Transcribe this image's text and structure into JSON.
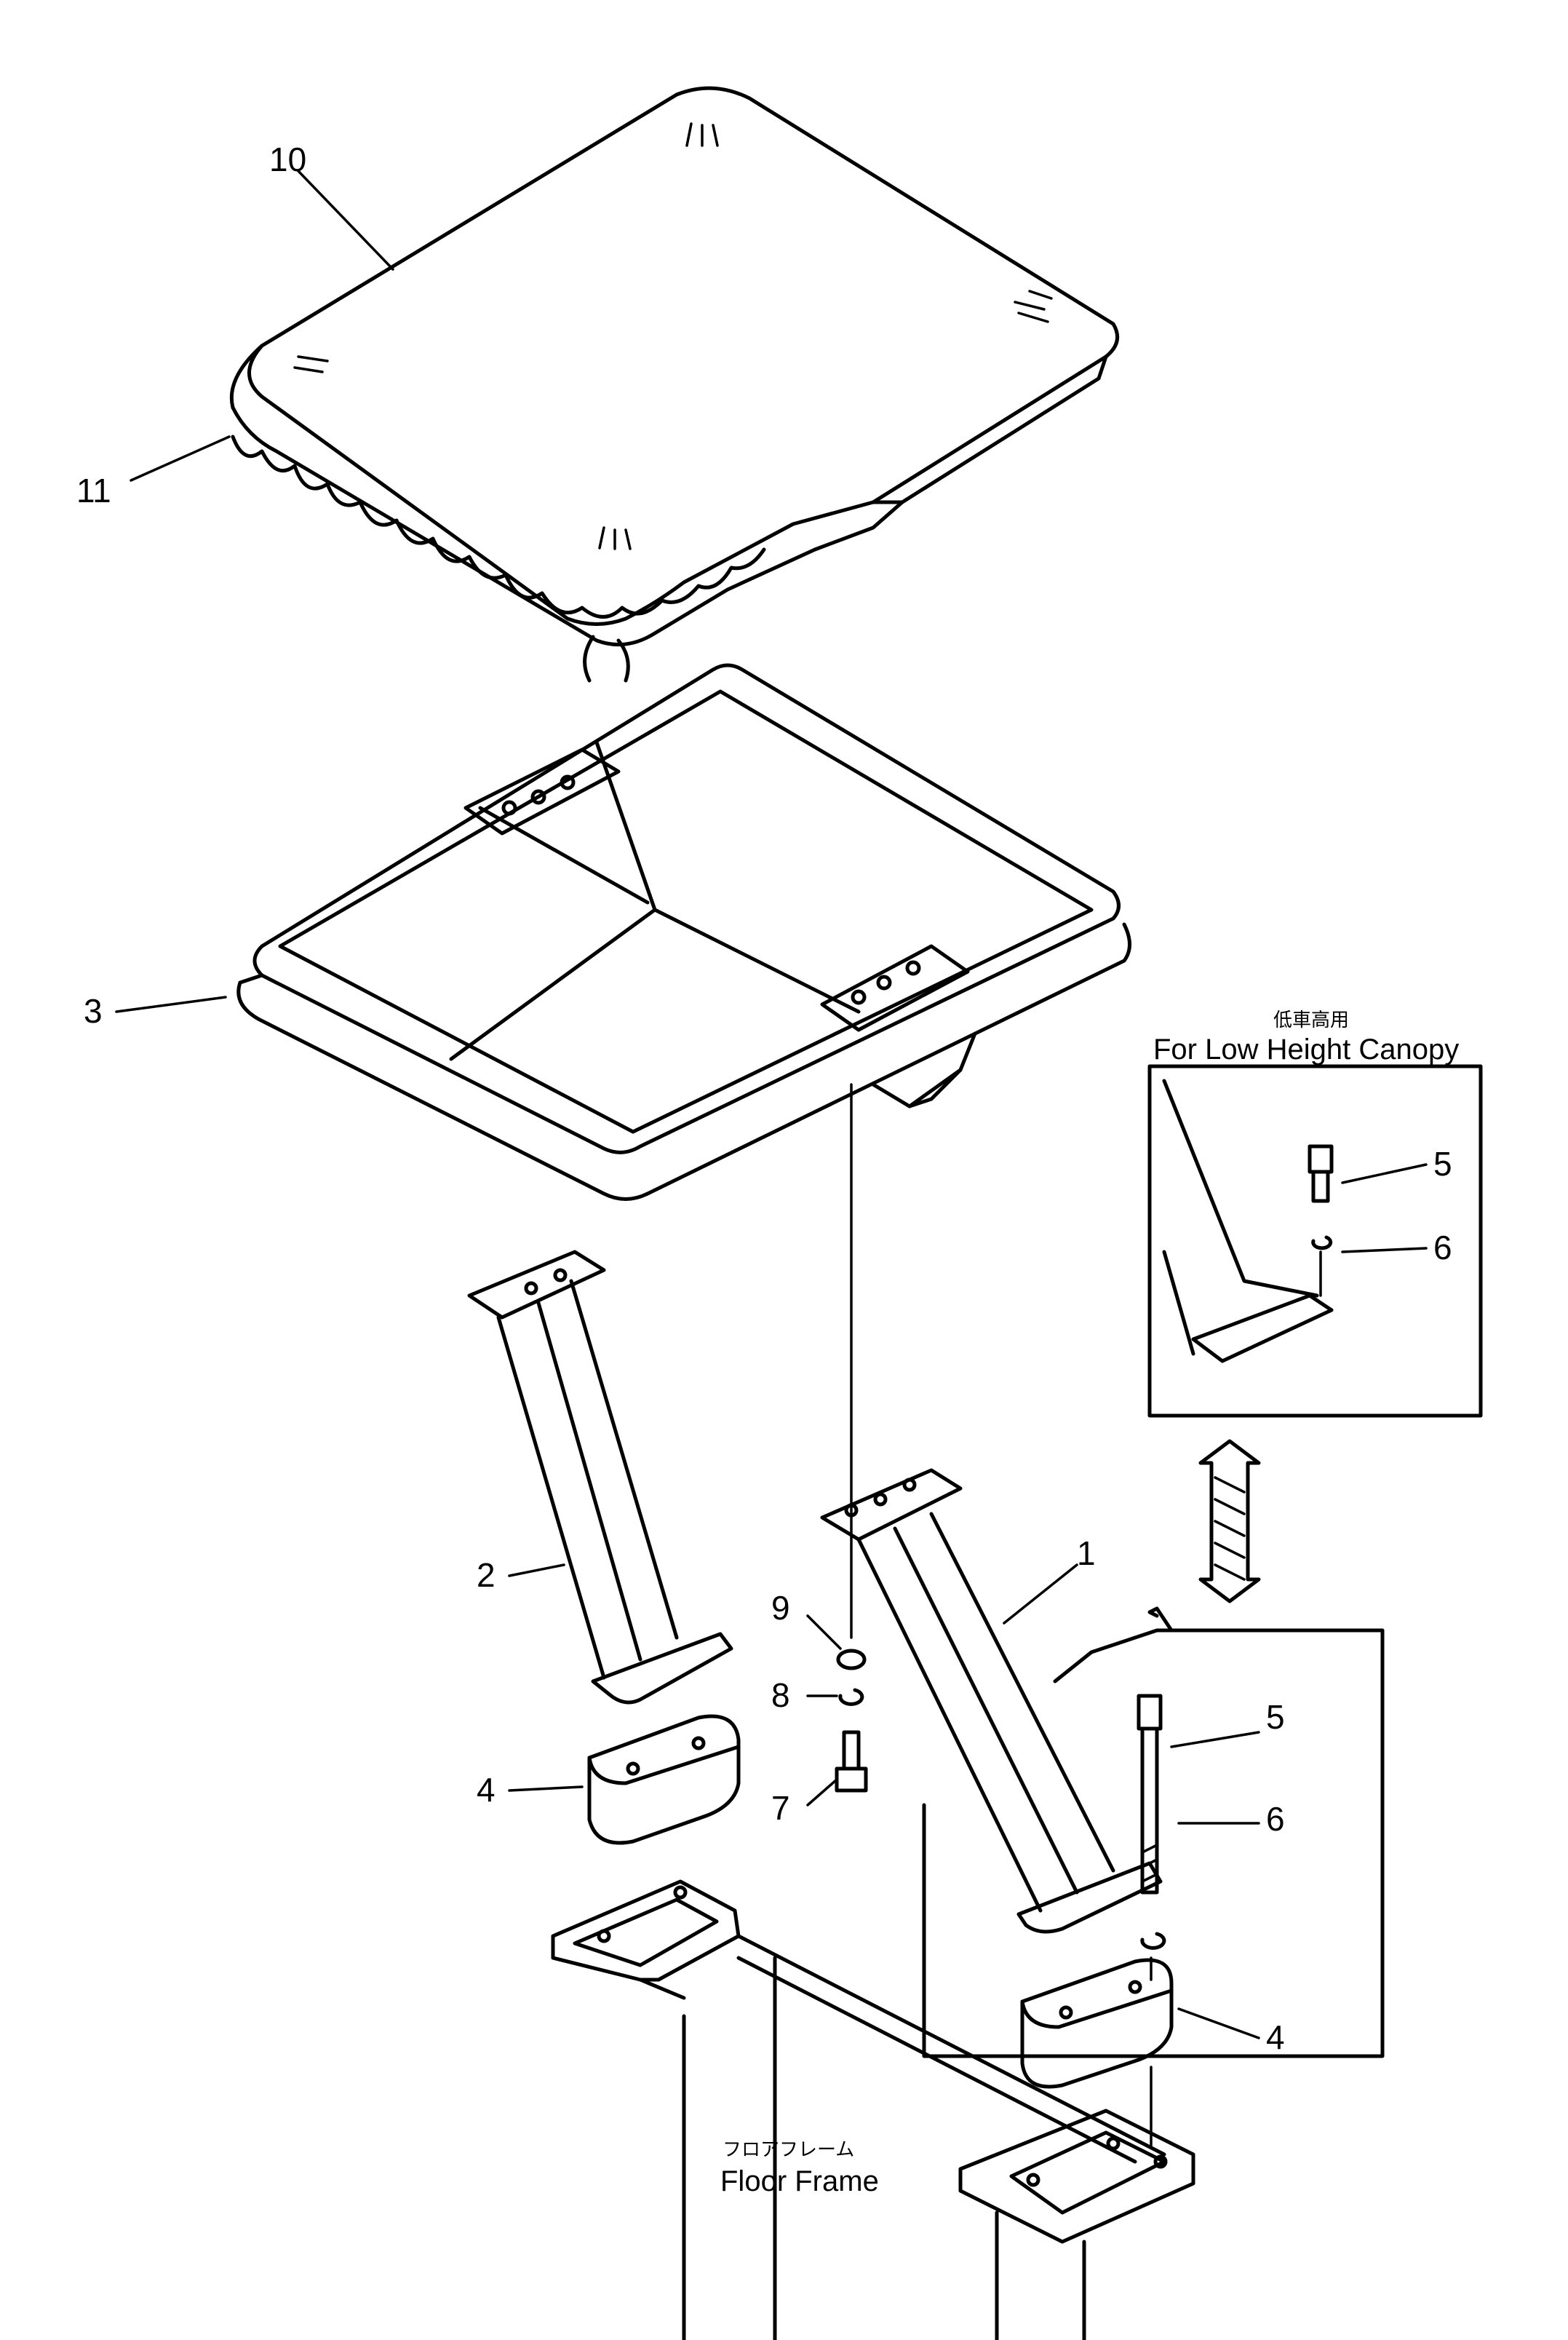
{
  "parts": {
    "p10": "10",
    "p11": "11",
    "p3": "3",
    "p2": "2",
    "p4a": "4",
    "p9": "9",
    "p8": "8",
    "p7": "7",
    "p1": "1",
    "p5a": "5",
    "p6a": "6",
    "p5b": "5",
    "p6b": "6",
    "p4b": "4"
  },
  "inset": {
    "label_jp": "低車高用",
    "label_en": "For Low Height Canopy"
  },
  "floor_frame": {
    "label_jp": "フロアフレーム",
    "label_en": "Floor Frame"
  }
}
